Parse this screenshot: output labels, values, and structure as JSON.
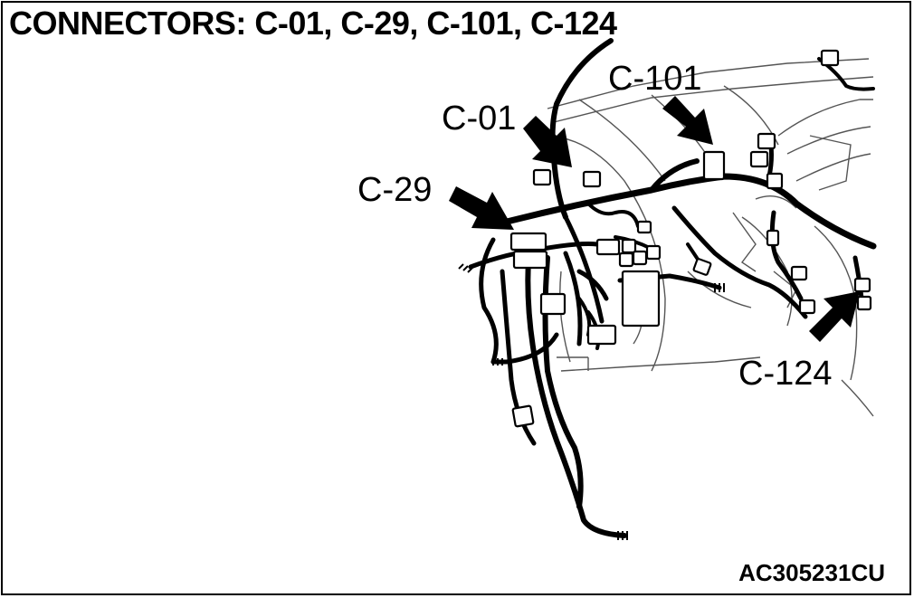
{
  "title": "CONNECTORS: C-01, C-29, C-101, C-124",
  "figure_code": "AC305231CU",
  "callouts": {
    "c01": "C-01",
    "c29": "C-29",
    "c101": "C-101",
    "c124": "C-124"
  },
  "colors": {
    "ink": "#000000",
    "background": "#ffffff",
    "linework": "#555555"
  }
}
